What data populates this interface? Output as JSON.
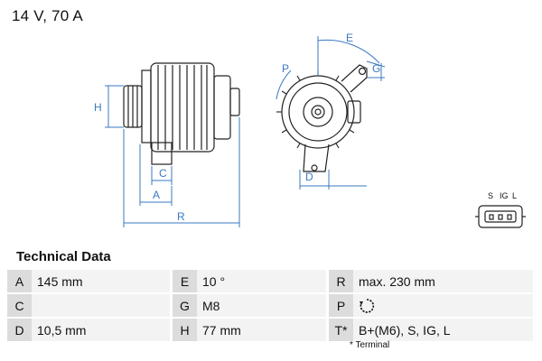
{
  "header": {
    "title": "14 V, 70 A"
  },
  "drawing": {
    "side_labels": [
      "H",
      "C",
      "A",
      "R"
    ],
    "front_labels": [
      "E",
      "P",
      "G",
      "D"
    ],
    "connector_labels": [
      "S",
      "IG",
      "L"
    ]
  },
  "technical": {
    "heading": "Technical Data",
    "rows": [
      [
        {
          "key": "A",
          "value": "145 mm"
        },
        {
          "key": "E",
          "value": "10 °"
        },
        {
          "key": "R",
          "value": "max. 230 mm"
        }
      ],
      [
        {
          "key": "C",
          "value": ""
        },
        {
          "key": "G",
          "value": "M8"
        },
        {
          "key": "P",
          "value": "",
          "icon": "rotation-icon"
        }
      ],
      [
        {
          "key": "D",
          "value": "10,5 mm"
        },
        {
          "key": "H",
          "value": "77 mm"
        },
        {
          "key": "T*",
          "value": "B+(M6), S, IG, L"
        }
      ]
    ],
    "footnote": "* Terminal"
  },
  "colors": {
    "accent": "#3a78c2",
    "key_cell": "#dcdcdc",
    "value_cell": "#f3f3f3"
  }
}
